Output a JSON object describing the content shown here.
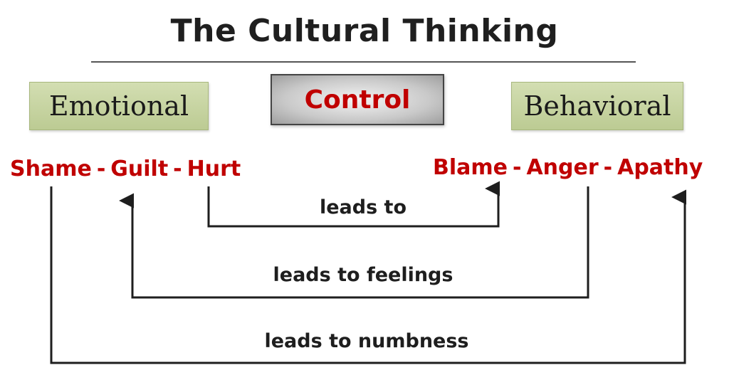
{
  "title": "The Cultural Thinking",
  "boxes": {
    "emotional": "Emotional",
    "control": "Control",
    "behavioral": "Behavioral"
  },
  "emotional_terms": {
    "shame": "Shame",
    "guilt": "Guilt",
    "hurt": "Hurt",
    "separator": "-"
  },
  "behavioral_terms": {
    "blame": "Blame",
    "anger": "Anger",
    "apathy": "Apathy",
    "separator": "-"
  },
  "connections": [
    {
      "from": "Hurt",
      "to": "Blame",
      "label": "leads to"
    },
    {
      "from": "Anger",
      "to": "Guilt",
      "label": "leads to feelings"
    },
    {
      "from": "Shame",
      "to": "Apathy",
      "label": "leads to numbness"
    }
  ],
  "colors": {
    "term_red": "#c00000",
    "box_green": "#c6d49f",
    "box_gray": "#c9c9c9",
    "line": "#1e1e1e"
  }
}
